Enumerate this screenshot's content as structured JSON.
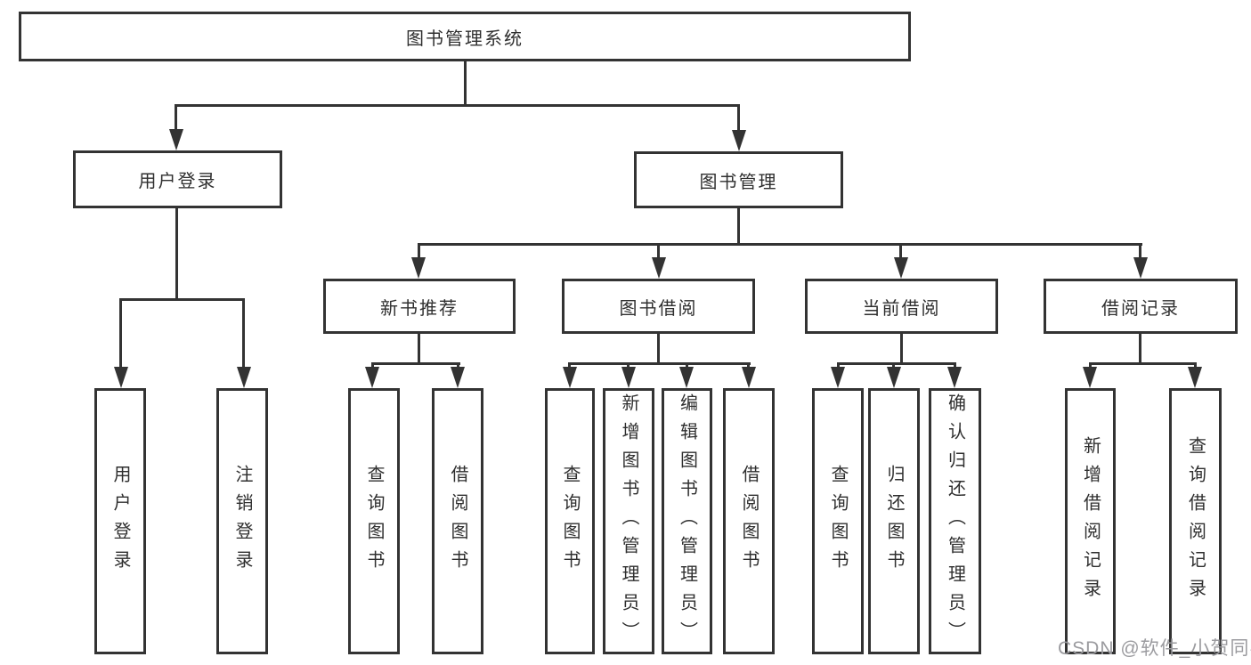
{
  "diagram": {
    "tree": {
      "label": "图书管理系统",
      "children": [
        {
          "label": "用户登录",
          "children": [
            {
              "label": "用户登录"
            },
            {
              "label": "注销登录"
            }
          ]
        },
        {
          "label": "图书管理",
          "children": [
            {
              "label": "新书推荐",
              "children": [
                {
                  "label": "查询图书"
                },
                {
                  "label": "借阅图书"
                }
              ]
            },
            {
              "label": "图书借阅",
              "children": [
                {
                  "label": "查询图书"
                },
                {
                  "label": "新增图书（管理员）"
                },
                {
                  "label": "编辑图书（管理员）"
                },
                {
                  "label": "借阅图书"
                }
              ]
            },
            {
              "label": "当前借阅",
              "children": [
                {
                  "label": "查询图书"
                },
                {
                  "label": "归还图书"
                },
                {
                  "label": "确认归还（管理员）"
                }
              ]
            },
            {
              "label": "借阅记录",
              "children": [
                {
                  "label": "新增借阅记录"
                },
                {
                  "label": "查询借阅记录"
                }
              ]
            }
          ]
        }
      ]
    }
  },
  "watermark": {
    "text": "CSDN @软件_小贺同学"
  },
  "colors": {
    "line": "#333333",
    "text": "#2f2f2f",
    "watermark": "#9b9b9f",
    "background": "#ffffff"
  }
}
